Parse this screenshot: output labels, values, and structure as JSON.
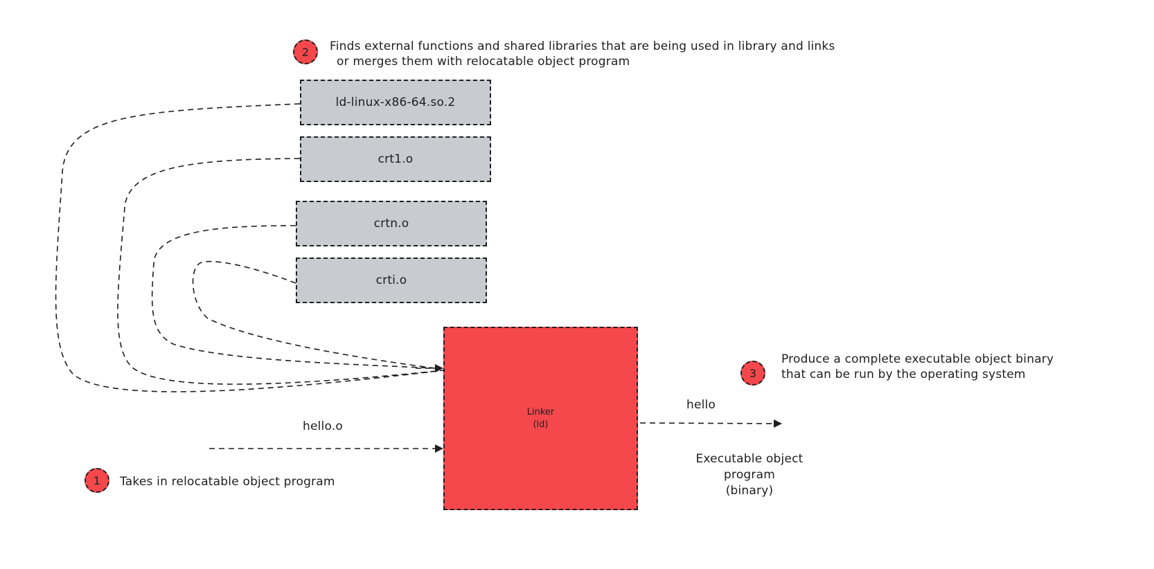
{
  "steps": [
    {
      "number": "1",
      "text": "Takes in relocatable object program"
    },
    {
      "number": "2",
      "line1": "Finds external functions and shared libraries that are being used in library and links",
      "line2": "or merges them with relocatable object program"
    },
    {
      "number": "3",
      "line1": "Produce a complete executable object binary",
      "line2": "that can be run by the operating system"
    }
  ],
  "libraries": [
    {
      "label": "ld-linux-x86-64.so.2"
    },
    {
      "label": "crt1.o"
    },
    {
      "label": "crtn.o"
    },
    {
      "label": "crti.o"
    }
  ],
  "linker": {
    "line1": "Linker",
    "line2": "(ld)"
  },
  "input_label": "hello.o",
  "output_label": "hello",
  "output_desc": {
    "line1": "Executable object",
    "line2": "program",
    "line3": "(binary)"
  },
  "colors": {
    "accent_red": "#f5484c",
    "library_fill": "#c8ccd1",
    "stroke": "#1e1e1e"
  }
}
